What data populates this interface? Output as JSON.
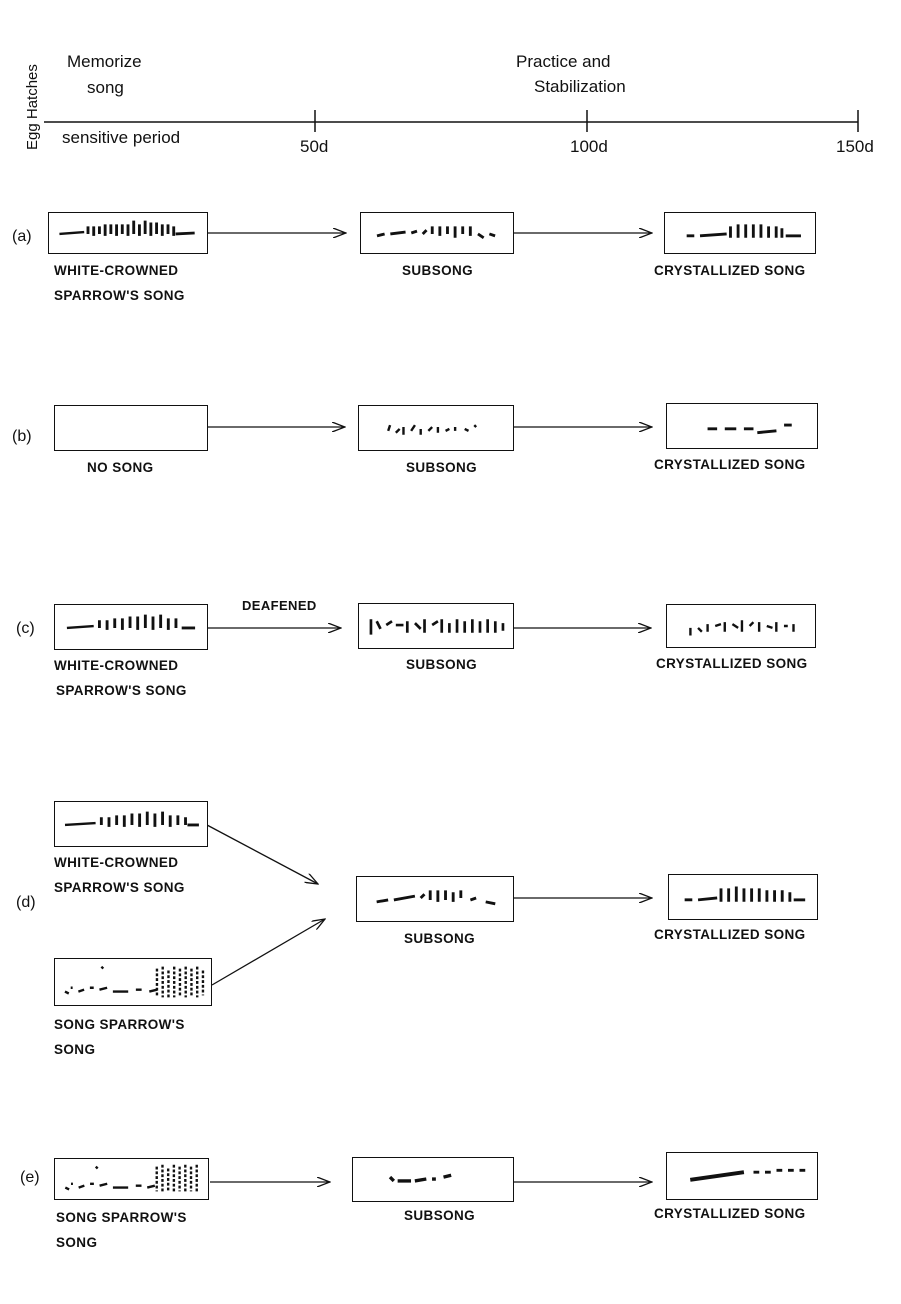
{
  "timeline": {
    "egg_hatches": "Egg Hatches",
    "memorize": "Memorize",
    "song": "song",
    "sensitive_period": "sensitive period",
    "practice": "Practice and",
    "stabilization": "Stabilization",
    "ticks": [
      "50d",
      "100d",
      "150d"
    ]
  },
  "rows": {
    "a": {
      "label": "(a)",
      "input_line1": "WHITE-CROWNED",
      "input_line2": "SPARROW'S SONG",
      "subsong": "SUBSONG",
      "result": "CRYSTALLIZED SONG"
    },
    "b": {
      "label": "(b)",
      "input_line1": "NO SONG",
      "subsong": "SUBSONG",
      "result": "CRYSTALLIZED SONG"
    },
    "c": {
      "label": "(c)",
      "input_line1": "WHITE-CROWNED",
      "input_line2": "SPARROW'S SONG",
      "arrow_label": "DEAFENED",
      "subsong": "SUBSONG",
      "result": "CRYSTALLIZED SONG"
    },
    "d": {
      "label": "(d)",
      "input1_line1": "WHITE-CROWNED",
      "input1_line2": "SPARROW'S SONG",
      "input2_line1": "SONG SPARROW'S",
      "input2_line2": "SONG",
      "subsong": "SUBSONG",
      "result": "CRYSTALLIZED SONG"
    },
    "e": {
      "label": "(e)",
      "input_line1": "SONG SPARROW'S",
      "input_line2": "SONG",
      "subsong": "SUBSONG",
      "result": "CRYSTALLIZED SONG"
    }
  }
}
